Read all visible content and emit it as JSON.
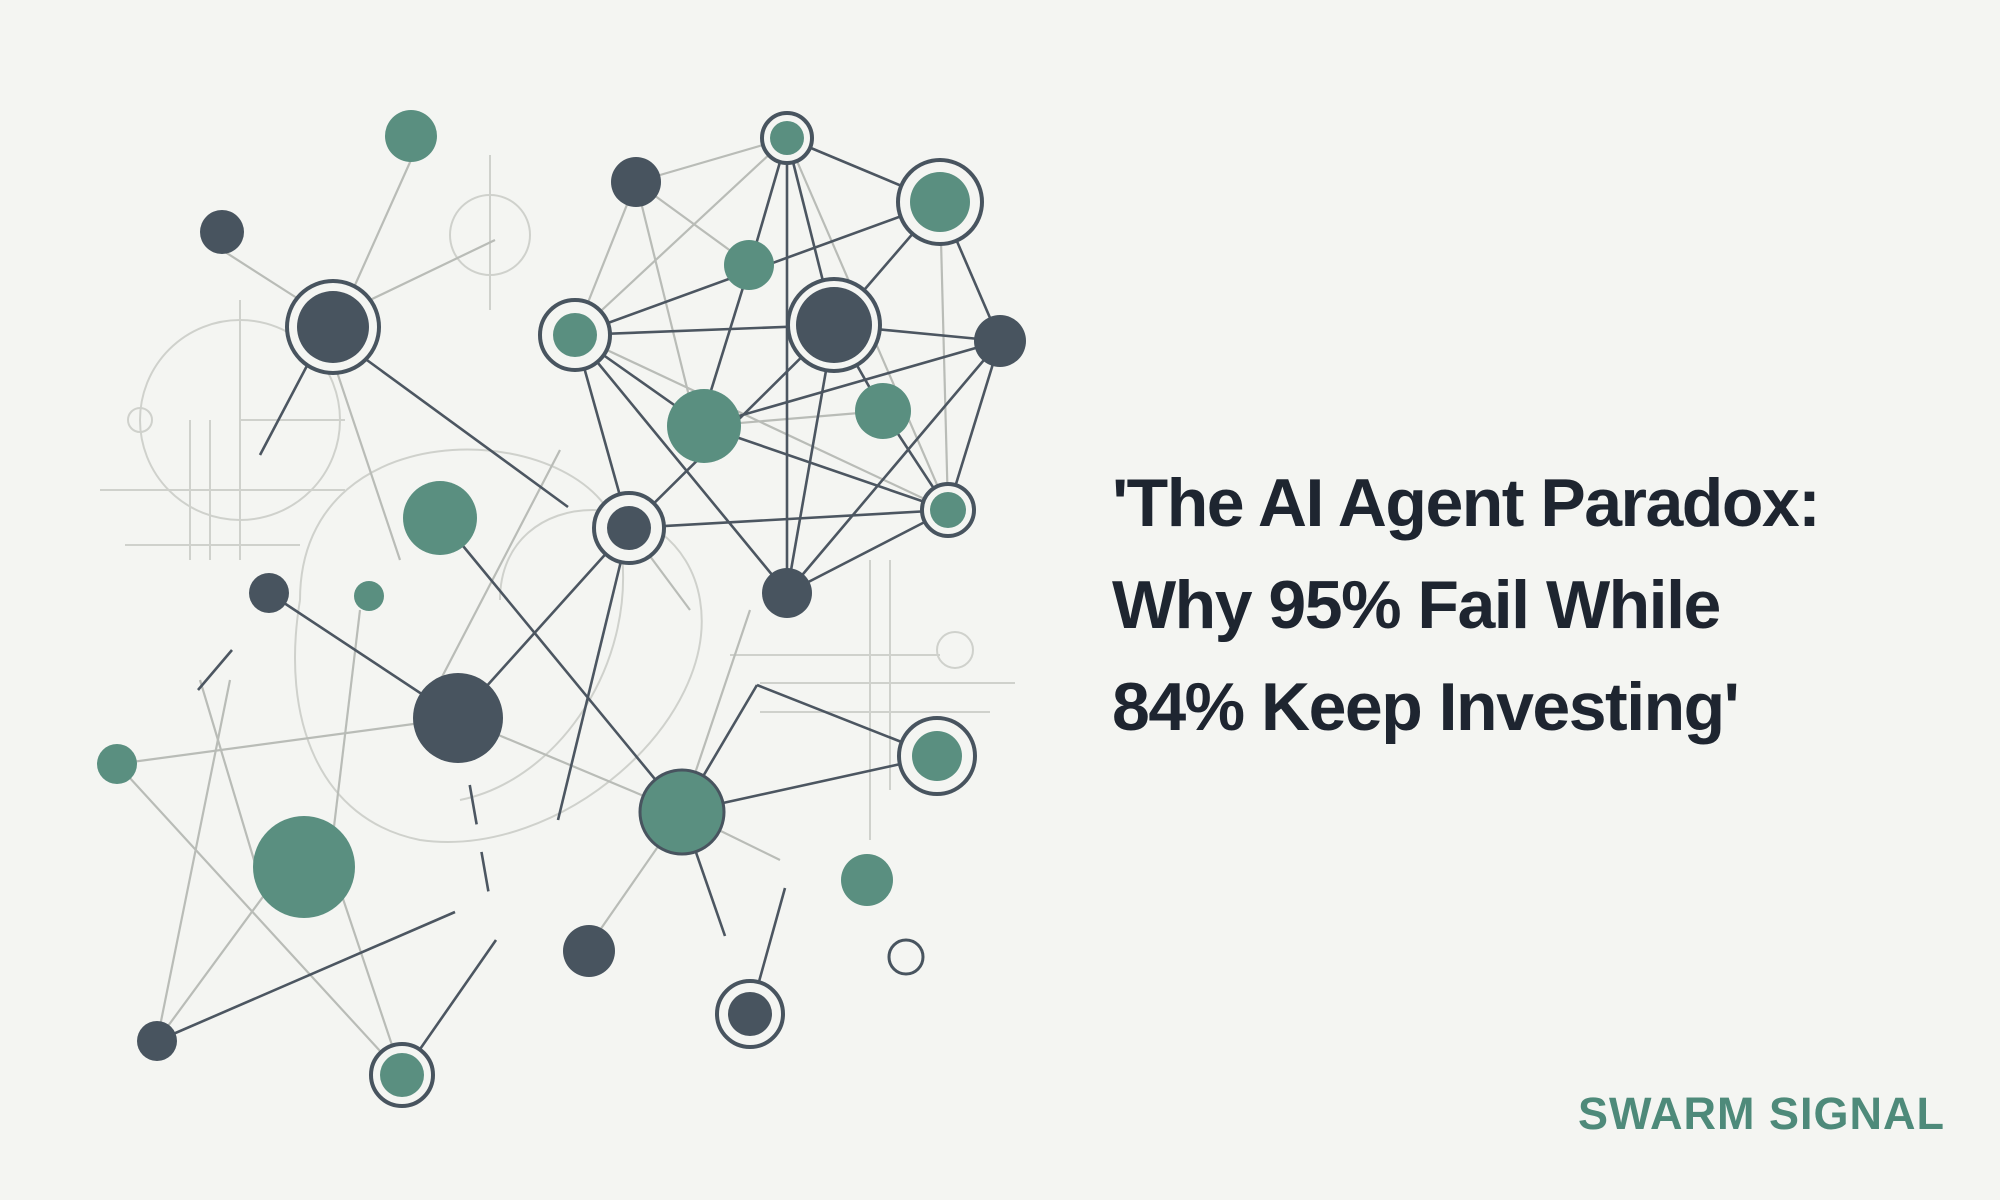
{
  "title": {
    "lines": [
      "'The AI Agent Paradox:",
      "Why 95% Fail While",
      "84% Keep Investing'"
    ]
  },
  "brand": {
    "name": "SWARM SIGNAL"
  },
  "colors": {
    "background": "#f4f5f2",
    "teal": "#5a8f80",
    "dark": "#48545f",
    "title": "#1e2530",
    "brand": "#4e8a7a",
    "guide": "#c9cbc6"
  },
  "illustration": {
    "icon": "network-graph-illustration"
  }
}
